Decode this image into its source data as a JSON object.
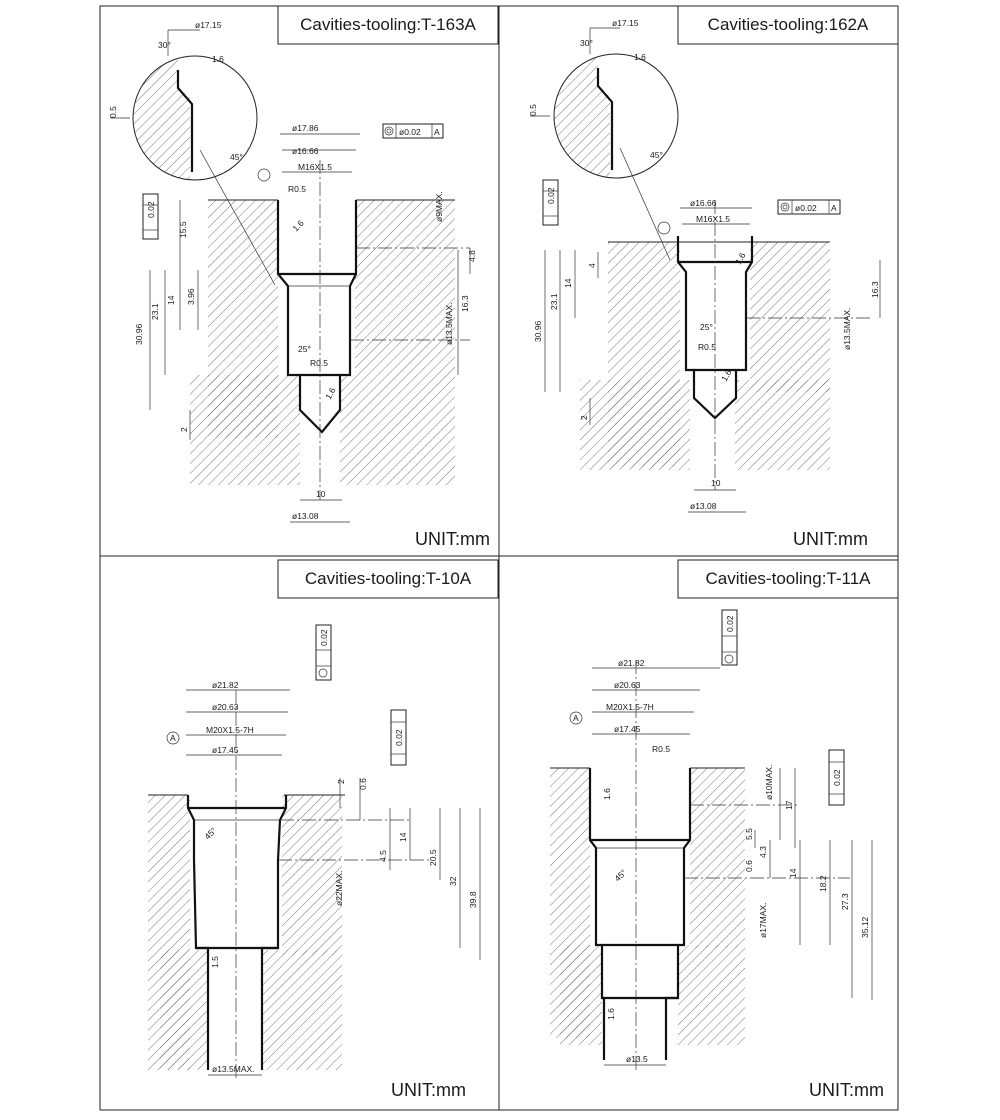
{
  "unit_label": "UNIT:mm",
  "panels": [
    {
      "title": "Cavities-tooling:T-163A",
      "dims": [
        "ø17.15",
        "30°",
        "1.6",
        "0.5",
        "45°",
        "ø17.86",
        "ø16.66",
        "ø0.02",
        "A",
        "M16X1.5",
        "R0.5",
        "0.02",
        "ø9MAX.",
        "15.5",
        "1.6",
        "4.8",
        "14",
        "3.96",
        "23.1",
        "30.96",
        "16.3",
        "ø13.5MAX.",
        "25°",
        "R0.5",
        "1.6",
        "2",
        "10",
        "ø13.08"
      ]
    },
    {
      "title": "Cavities-tooling:162A",
      "dims": [
        "ø17.15",
        "30°",
        "1.6",
        "0.5",
        "45°",
        "ø16.66",
        "ø0.02",
        "A",
        "M16X1.5",
        "0.02",
        "4",
        "14",
        "23.1",
        "30.96",
        "1.6",
        "16.3",
        "ø13.5MAX.",
        "25°",
        "R0.5",
        "1.6",
        "2",
        "10",
        "ø13.08"
      ]
    },
    {
      "title": "Cavities-tooling:T-10A",
      "dims": [
        "ø21.82",
        "ø20.63",
        "M20X1.5-7H",
        "ø17.45",
        "0.02",
        "A",
        "0.02",
        "2",
        "0.6",
        "45°",
        "14",
        "4.5",
        "20.5",
        "32",
        "39.8",
        "ø22MAX.",
        "1.5",
        "ø13.5MAX."
      ]
    },
    {
      "title": "Cavities-tooling:T-11A",
      "dims": [
        "ø21.82",
        "ø20.63",
        "M20X1.5-7H",
        "ø17.45",
        "R0.5",
        "0.02",
        "A",
        "0.02",
        "ø10MAX.",
        "1.6",
        "17",
        "5.5",
        "4.3",
        "0.6",
        "14",
        "18.2",
        "27.3",
        "35.12",
        "ø17MAX.",
        "45°",
        "1.6",
        "ø13.5"
      ]
    }
  ]
}
